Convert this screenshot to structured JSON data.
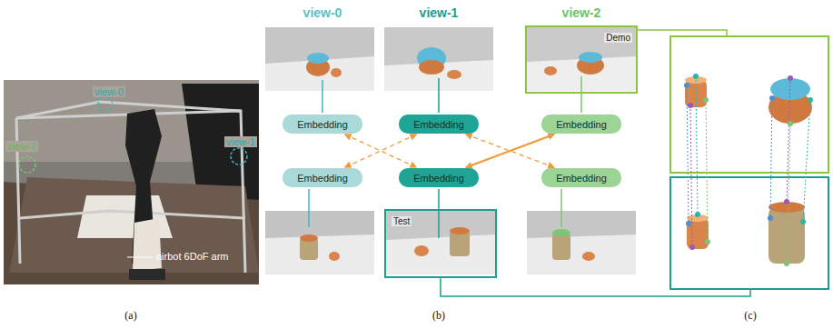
{
  "diagram": {
    "nodes": [
      {
        "text": [
          "Embedding"
        ]
      },
      {
        "text": [
          "Embedding"
        ]
      },
      {
        "text": [
          "Embedding"
        ]
      },
      {
        "text": [
          "Embedding"
        ]
      },
      {
        "text": [
          "Embedding"
        ]
      },
      {
        "text": [
          "Embedding"
        ]
      },
      {
        "text": [
          "Demo"
        ]
      },
      {
        "text": [
          "Test"
        ]
      }
    ],
    "edges": [
      {
        "from": 0,
        "to": 4,
        "arrow": "both"
      },
      {
        "from": 1,
        "to": 3,
        "arrow": "both"
      },
      {
        "from": 1,
        "to": 5,
        "arrow": "both"
      },
      {
        "from": 2,
        "to": 4,
        "arrow": "both"
      }
    ],
    "labels": [
      "view-0",
      "view-1",
      "view-2",
      "airbot 6DoF arm",
      "view-0",
      "view-1",
      "view-2",
      "(a)",
      "(b)",
      "(c)"
    ]
  }
}
